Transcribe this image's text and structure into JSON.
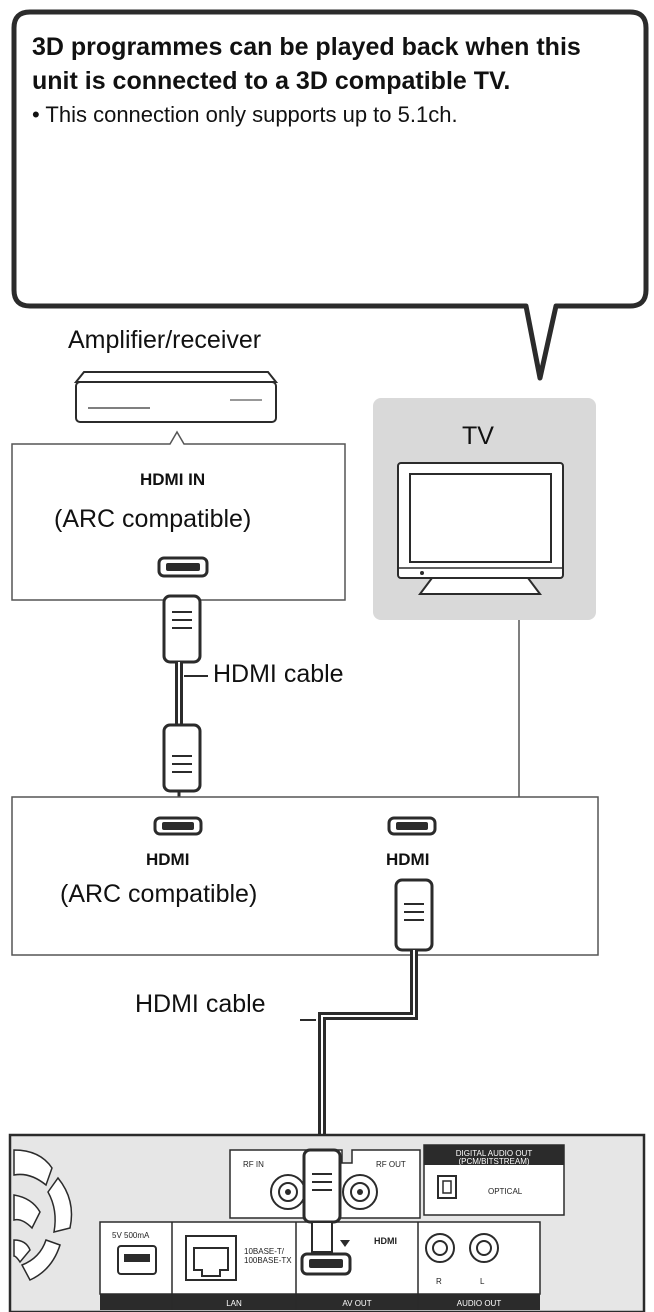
{
  "callout": {
    "title": "3D programmes can be played back when this unit is connected to a 3D compatible TV.",
    "note": "• This connection only supports up to 5.1ch."
  },
  "amplifier": {
    "label": "Amplifier/receiver",
    "port_label": "HDMI IN",
    "port_note": "(ARC compatible)"
  },
  "tv": {
    "label": "TV"
  },
  "cable_top": {
    "label": "HDMI cable"
  },
  "unit": {
    "port1_label": "HDMI",
    "port1_note": "(ARC compatible)",
    "port2_label": "HDMI"
  },
  "cable_bottom": {
    "label": "HDMI cable"
  },
  "rear_panel": {
    "digital_audio_out": "DIGITAL AUDIO OUT",
    "pcm_bitstream": "(PCM/BITSTREAM)",
    "optical": "OPTICAL",
    "rf_in": "RF IN",
    "rf_out": "RF OUT",
    "usb_rating": "5V 500mA",
    "lan_spec_1": "10BASE-T/",
    "lan_spec_2": "100BASE-TX",
    "hdmi_logo": "HDMI",
    "audio_r": "R",
    "audio_l": "L",
    "lan_label": "LAN",
    "av_out_label": "AV OUT",
    "audio_out_label": "AUDIO OUT"
  },
  "colors": {
    "stroke": "#2b2b2b",
    "tv_panel": "#d9d9d9",
    "panel_fill": "#e6e6e6"
  }
}
